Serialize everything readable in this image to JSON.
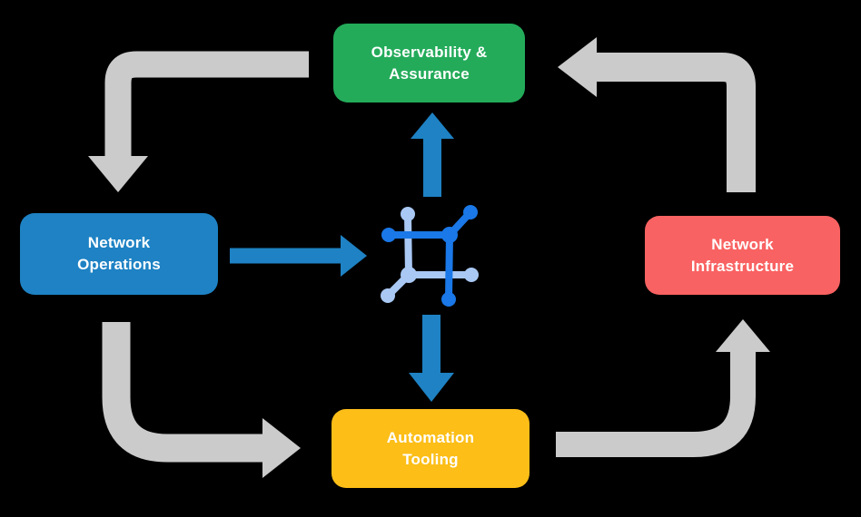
{
  "diagram": {
    "title": "network automation lifecycle diagram",
    "background_color": "#000000",
    "text_color": "#ffffff",
    "boxes": {
      "observability": {
        "line1": "Observability &",
        "line2": "Assurance",
        "color": "#23ab5a"
      },
      "operations": {
        "line1": "Network",
        "line2": "Operations",
        "color": "#1e82c4"
      },
      "infrastructure": {
        "line1": "Network",
        "line2": "Infrastructure",
        "color": "#f96262"
      },
      "automation": {
        "line1": "Automation",
        "line2": "Tooling",
        "color": "#fcbe17"
      }
    },
    "icon": {
      "name": "network-mesh-icon",
      "dark_color": "#1a78e8",
      "light_color": "#a9c8f3"
    },
    "arrows": {
      "gray_color": "#cbcbcb",
      "blue_color": "#1e82c4",
      "flows": [
        {
          "from": "observability",
          "to": "operations",
          "style": "gray-elbow",
          "direction": "down"
        },
        {
          "from": "infrastructure",
          "to": "observability",
          "style": "gray-elbow",
          "direction": "left"
        },
        {
          "from": "operations",
          "to": "automation",
          "style": "gray-elbow",
          "direction": "right"
        },
        {
          "from": "automation",
          "to": "infrastructure",
          "style": "gray-elbow",
          "direction": "up"
        },
        {
          "from": "operations",
          "to": "center-icon",
          "style": "blue-straight",
          "direction": "right"
        },
        {
          "from": "center-icon",
          "to": "observability",
          "style": "blue-straight",
          "direction": "up"
        },
        {
          "from": "center-icon",
          "to": "automation",
          "style": "blue-straight",
          "direction": "down"
        }
      ]
    }
  }
}
